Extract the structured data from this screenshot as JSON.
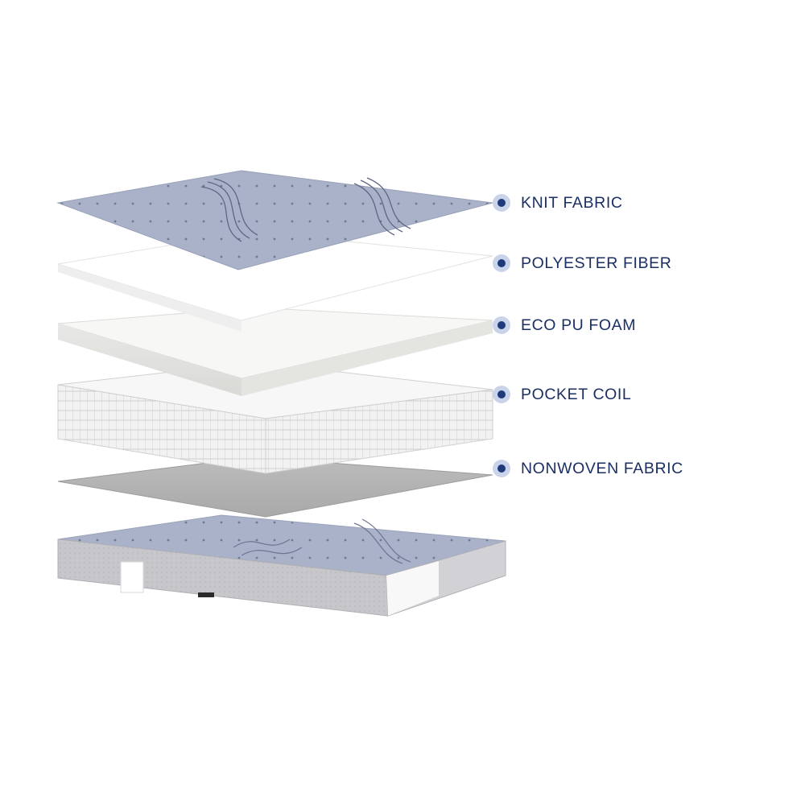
{
  "colors": {
    "label_text": "#1b2f63",
    "dot_outer": "#c9d3ea",
    "dot_inner": "#1f3a7a",
    "knit_fabric": "#a9b2c9",
    "polyester_fiber": "#ffffff",
    "eco_pu_foam": "#f7f7f5",
    "pocket_coil": "#f3f3f3",
    "nonwoven_fabric": "#b3b3b3",
    "mattress_side": "#c8c8cc"
  },
  "layers": [
    {
      "label": "KNIT FABRIC",
      "icon": "layer-dot-icon"
    },
    {
      "label": "POLYESTER FIBER",
      "icon": "layer-dot-icon"
    },
    {
      "label": "ECO PU FOAM",
      "icon": "layer-dot-icon"
    },
    {
      "label": "POCKET COIL",
      "icon": "layer-dot-icon"
    },
    {
      "label": "NONWOVEN FABRIC",
      "icon": "layer-dot-icon"
    }
  ]
}
